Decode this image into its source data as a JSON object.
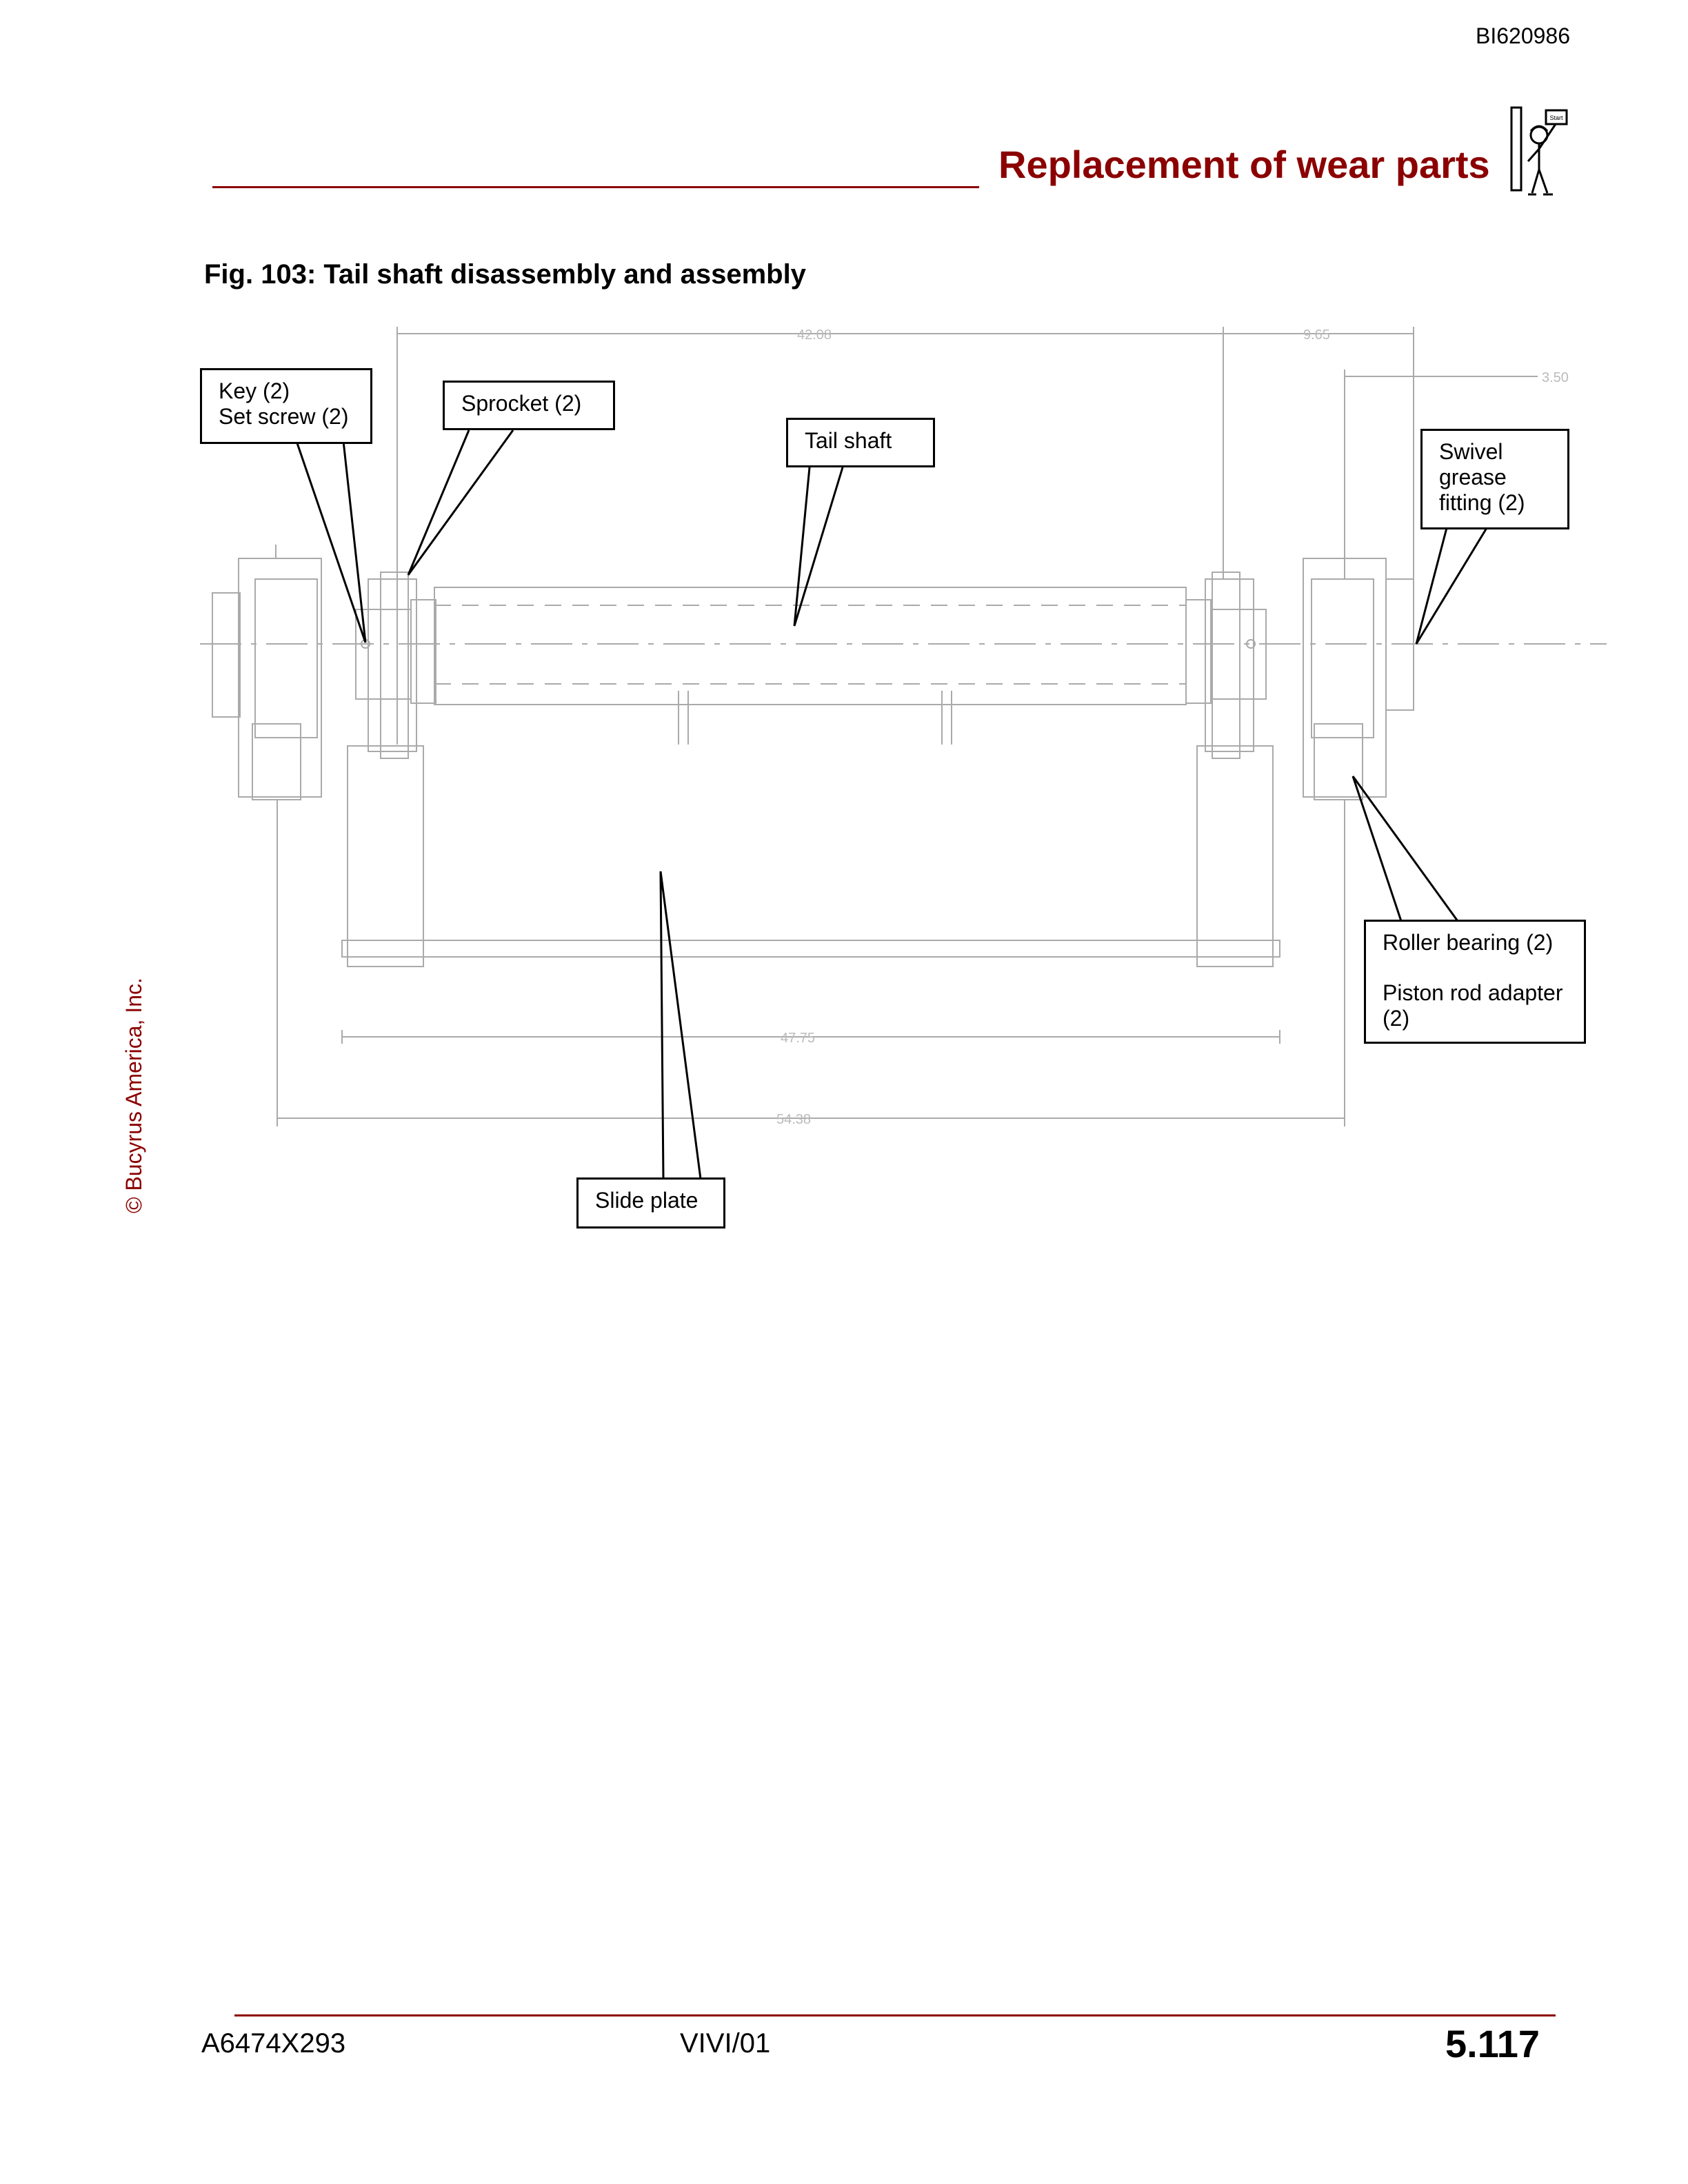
{
  "header": {
    "doc_id": "BI620986",
    "section_title": "Replacement of wear parts"
  },
  "figure": {
    "title": "Fig. 103: Tail shaft disassembly and assembly",
    "dimensions": {
      "d1": "42.08",
      "d2": "9.65",
      "d3": "3.50",
      "d4": "47.75",
      "d5": "54.38"
    },
    "callouts": {
      "key_set_screw": {
        "line1": "Key (2)",
        "line2": "Set screw (2)"
      },
      "sprocket": "Sprocket (2)",
      "tail_shaft": "Tail shaft",
      "swivel_fitting": {
        "line1": "Swivel",
        "line2": "grease",
        "line3": "fitting (2)"
      },
      "roller_bearing": {
        "line1": "Roller bearing (2)",
        "line2": "Piston rod adapter",
        "line3": "(2)"
      },
      "slide_plate": "Slide plate"
    }
  },
  "sidebar": {
    "copyright": "© Bucyrus America, Inc."
  },
  "footer": {
    "code": "A6474X293",
    "version": "VIVI/01",
    "page_number": "5.117"
  },
  "colors": {
    "accent": "#8b0000",
    "drawing_line": "#aaaaaa"
  },
  "icons": {
    "manual": "worker-with-start-sign-icon"
  }
}
